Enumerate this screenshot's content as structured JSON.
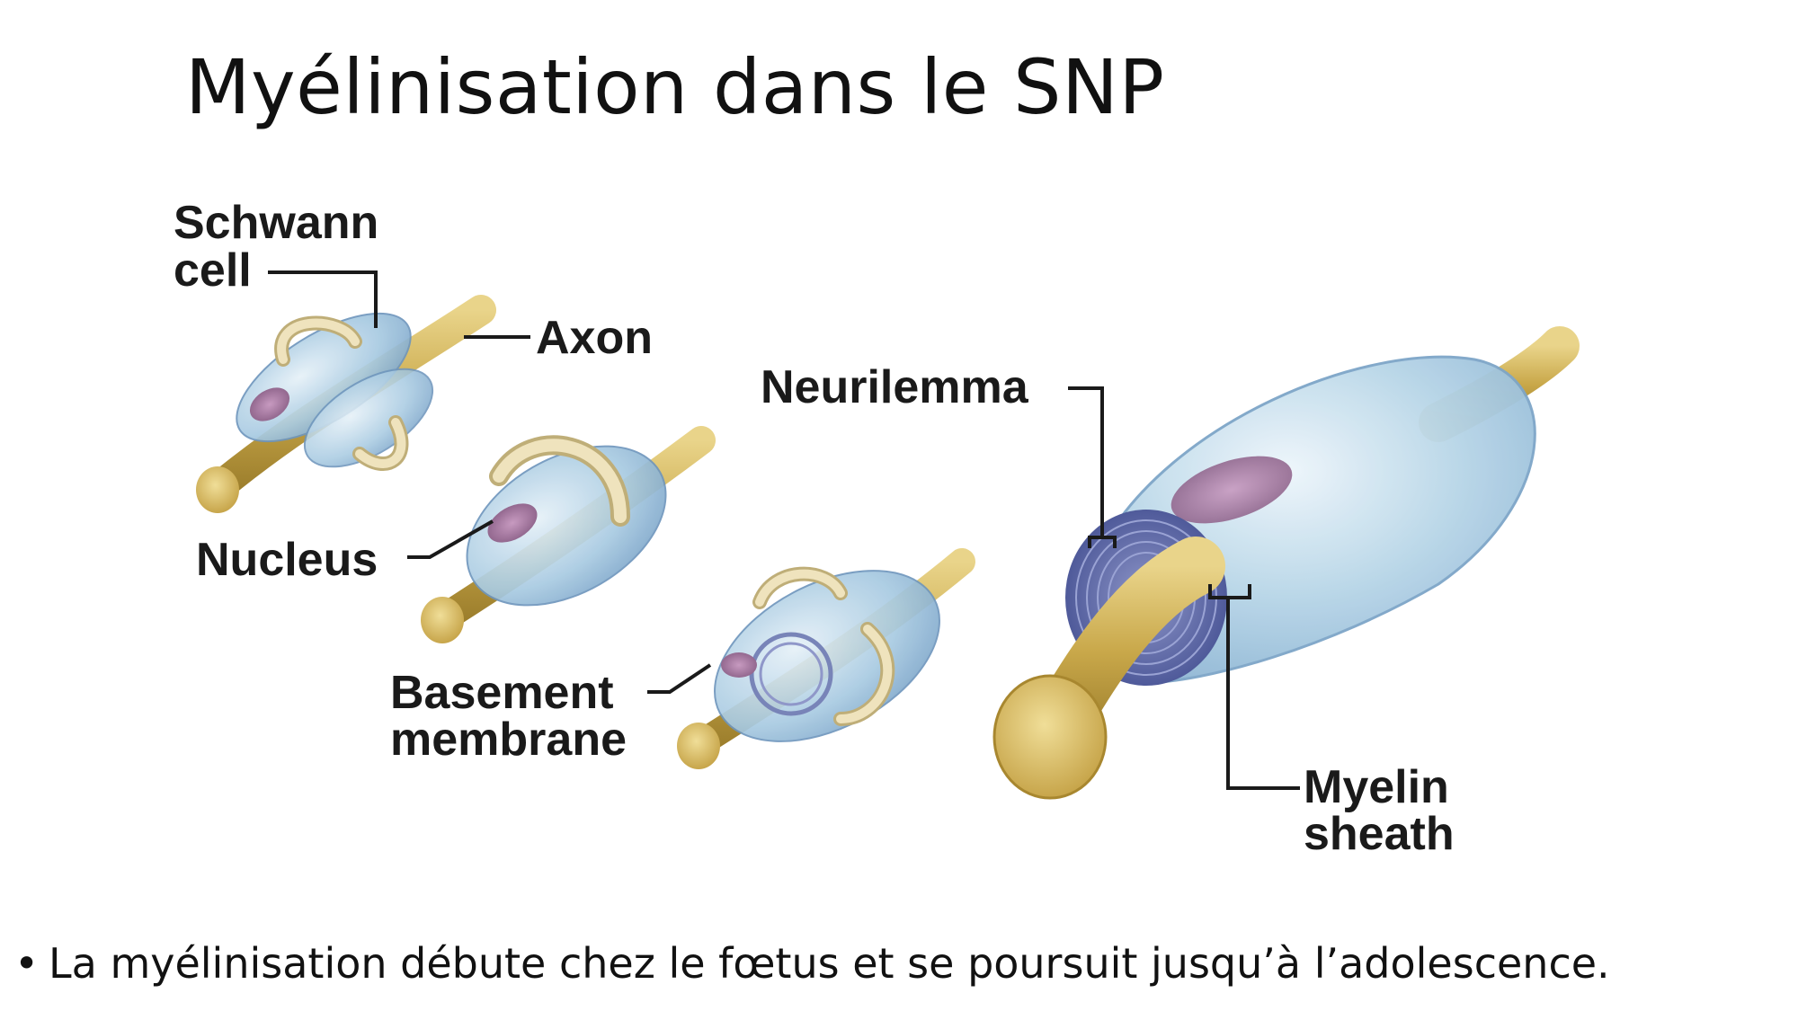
{
  "slide": {
    "title": "Myélinisation dans le SNP",
    "bullet": "La myélinisation débute chez le fœtus et se poursuit jusqu’à l’adolescence."
  },
  "diagram": {
    "labels": {
      "schwann_line1": "Schwann",
      "schwann_line2": "cell",
      "axon": "Axon",
      "nucleus": "Nucleus",
      "basement_line1": "Basement",
      "basement_line2": "membrane",
      "neurilemma": "Neurilemma",
      "myelin_line1": "Myelin",
      "myelin_line2": "sheath"
    }
  },
  "colors": {
    "axon": "#c9a84a",
    "axon_end": "#d8c070",
    "schwann_cell": "#9fc3de",
    "nucleus": "#b080a8",
    "arrow": "#ece0b8",
    "myelin_rings": "#5a66a8"
  }
}
